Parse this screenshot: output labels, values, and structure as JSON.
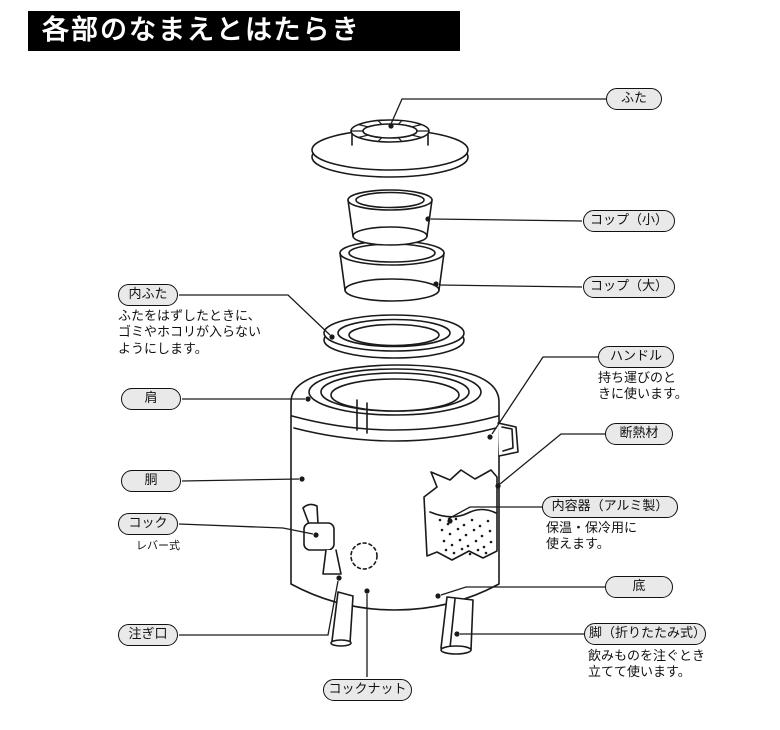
{
  "header": {
    "title": "各部のなまえとはたらき"
  },
  "parts": {
    "lid": {
      "label": "ふた"
    },
    "cup_small": {
      "label": "コップ（小）"
    },
    "cup_large": {
      "label": "コップ（大）"
    },
    "inner_lid": {
      "label": "内ふた",
      "desc": "ふたをはずしたときに、\nゴミやホコリが入らない\nようにします。"
    },
    "handle": {
      "label": "ハンドル",
      "desc": "持ち運びのと\nきに使います。"
    },
    "shoulder": {
      "label": "肩"
    },
    "insulation": {
      "label": "断熱材"
    },
    "body": {
      "label": "胴"
    },
    "inner_container": {
      "label": "内容器（アルミ製）",
      "desc": "保温・保冷用に\n使えます。"
    },
    "cock": {
      "label": "コック",
      "sub": "レバー式"
    },
    "bottom": {
      "label": "底"
    },
    "spout": {
      "label": "注ぎ口"
    },
    "legs": {
      "label": "脚（折りたたみ式）",
      "desc": "飲みものを注ぐとき\n立てて使います。"
    },
    "cock_nut": {
      "label": "コックナット"
    }
  },
  "colors": {
    "ink": "#1a1a1a",
    "label_fill": "#e9e9e9",
    "header_bg": "#000000"
  }
}
